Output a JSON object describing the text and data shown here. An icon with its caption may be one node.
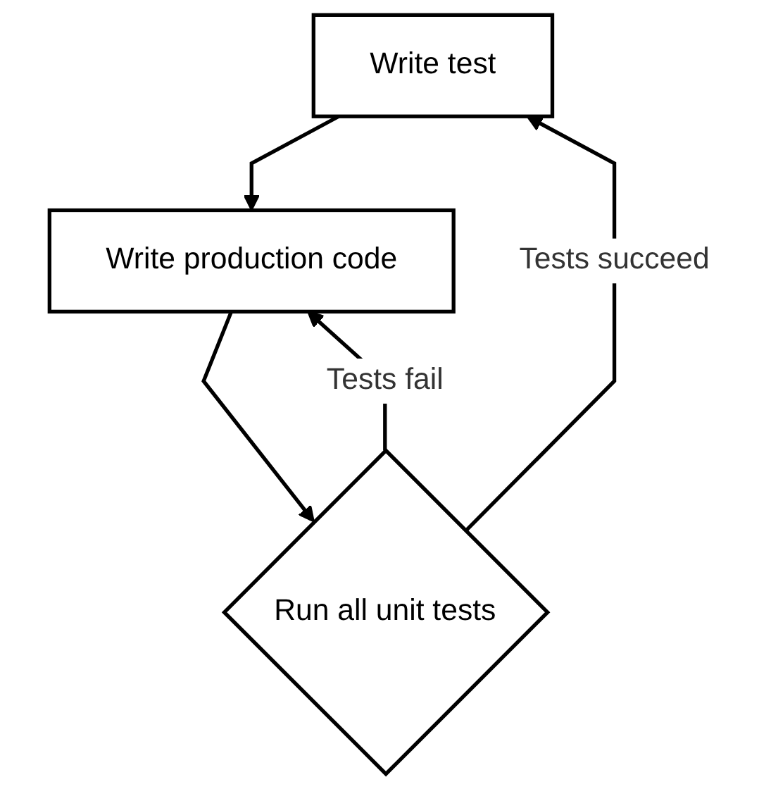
{
  "diagram": {
    "nodes": [
      {
        "text": [
          "Write test"
        ]
      },
      {
        "text": [
          "Write production code"
        ]
      },
      {
        "text": [
          "Run all unit tests"
        ]
      }
    ],
    "edges": [
      {
        "from": 0,
        "to": 1,
        "arrow": "to"
      },
      {
        "from": 1,
        "to": 2,
        "arrow": "to"
      },
      {
        "from": 2,
        "to": 1,
        "arrow": "to",
        "label": "Tests fail"
      },
      {
        "from": 2,
        "to": 0,
        "arrow": "to",
        "label": "Tests succeed"
      }
    ]
  }
}
